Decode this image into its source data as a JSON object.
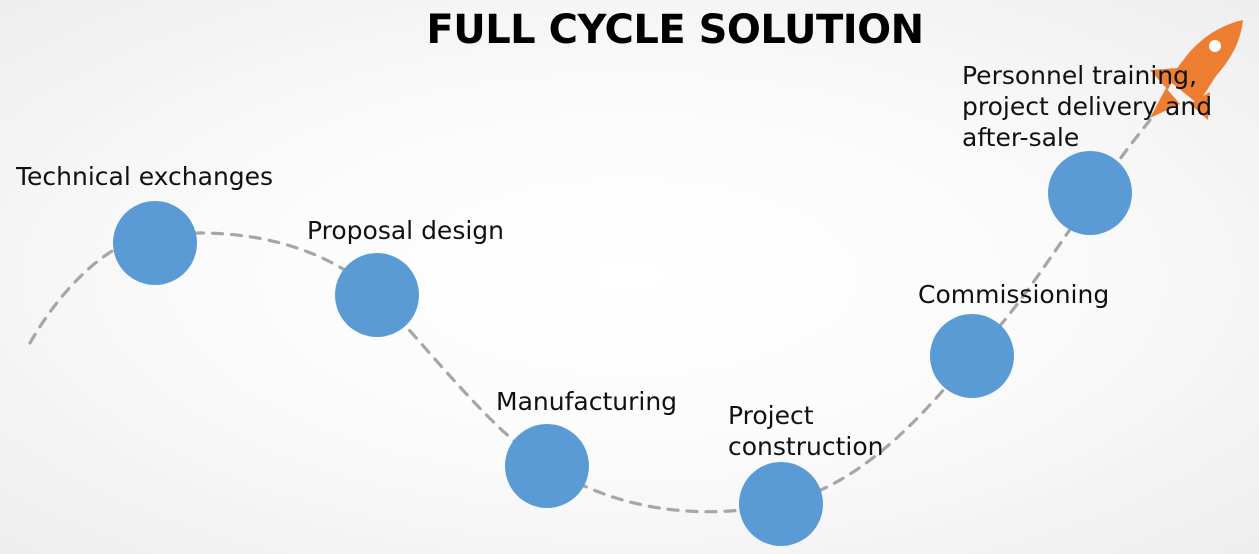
{
  "title": "FULL CYCLE SOLUTION",
  "colors": {
    "node": "#5b9bd5",
    "path": "#a6a6a6",
    "rocket": "#ed7d31"
  },
  "steps": [
    {
      "lines": [
        "Technical exchanges"
      ]
    },
    {
      "lines": [
        "Proposal design"
      ]
    },
    {
      "lines": [
        "Manufacturing"
      ]
    },
    {
      "lines": [
        "Project",
        "construction"
      ]
    },
    {
      "lines": [
        "Commissioning"
      ]
    },
    {
      "lines": [
        "Personnel training,",
        "project delivery and",
        "after-sale"
      ]
    }
  ],
  "decoration": {
    "icon": "rocket-icon"
  }
}
